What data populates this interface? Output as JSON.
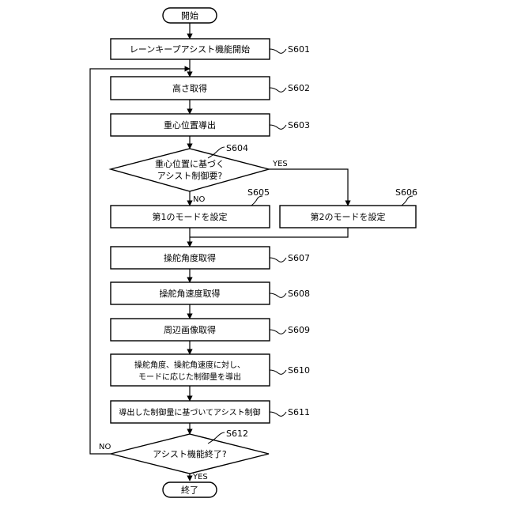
{
  "terminals": {
    "start": "開始",
    "end": "終了"
  },
  "steps": {
    "s601": {
      "label": "レーンキープアシスト機能開始",
      "id": "S601"
    },
    "s602": {
      "label": "高さ取得",
      "id": "S602"
    },
    "s603": {
      "label": "重心位置導出",
      "id": "S603"
    },
    "s604": {
      "line1": "重心位置に基づく",
      "line2": "アシスト制御要?",
      "id": "S604"
    },
    "s605": {
      "label": "第1のモードを設定",
      "id": "S605"
    },
    "s606": {
      "label": "第2のモードを設定",
      "id": "S606"
    },
    "s607": {
      "label": "操舵角度取得",
      "id": "S607"
    },
    "s608": {
      "label": "操舵角速度取得",
      "id": "S608"
    },
    "s609": {
      "label": "周辺画像取得",
      "id": "S609"
    },
    "s610": {
      "line1": "操舵角度、操舵角速度に対し、",
      "line2": "モードに応じた制御量を導出",
      "id": "S610"
    },
    "s611": {
      "label": "導出した制御量に基づいてアシスト制御",
      "id": "S611"
    },
    "s612": {
      "label": "アシスト機能終了?",
      "id": "S612"
    }
  },
  "branches": {
    "s604_yes": "YES",
    "s604_no": "NO",
    "s612_yes": "YES",
    "s612_no": "NO"
  }
}
